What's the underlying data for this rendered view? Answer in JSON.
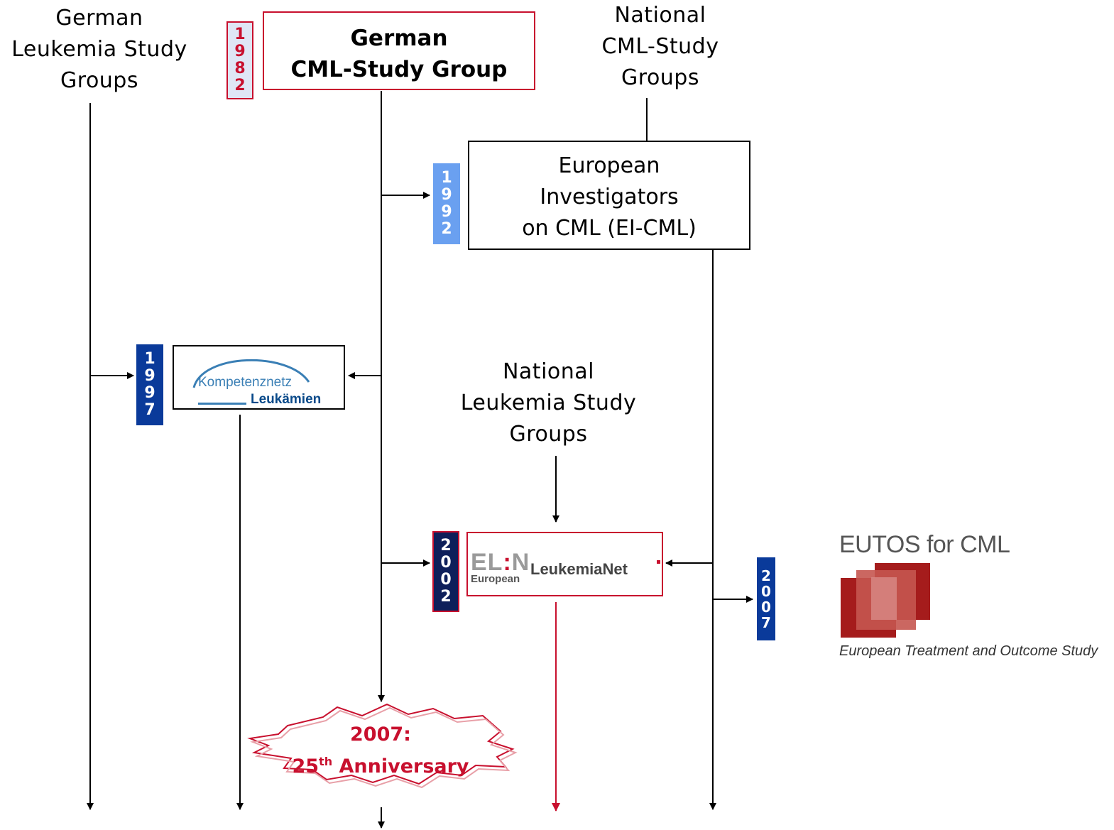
{
  "sources": {
    "german_leukemia": "German\nLeukemia Study\nGroups",
    "national_cml": "National\nCML-Study\nGroups",
    "national_leukemia": "National\nLeukemia Study\nGroups"
  },
  "nodes": {
    "german_cml": {
      "line1": "German",
      "line2": "CML-Study Group",
      "year": "1982"
    },
    "ei_cml": {
      "line1": "European",
      "line2": "Investigators",
      "line3": "on CML (EI-CML)",
      "year": "1992"
    },
    "kompetenznetz": {
      "text1": "Kompetenznetz",
      "text2": "Leukämien",
      "year": "1997"
    },
    "eln": {
      "logo_left": "EL",
      "logo_mid": ":",
      "logo_right": "N",
      "sub": "European",
      "name": "LeukemiaNet",
      "year": "2002"
    },
    "eutos": {
      "title": "EUTOS for CML",
      "subtitle": "European Treatment and Outcome Study",
      "year": "2007"
    }
  },
  "anniversary": {
    "line1": "2007:",
    "line2_num": "25",
    "line2_sup": "th",
    "line2_rest": " Anniversary"
  },
  "colors": {
    "red": "#c8102e",
    "year_1982_bg": "#dfe6f5",
    "year_1992_bg": "#6aa0f0",
    "year_1997_bg": "#0a3a9a",
    "year_2002_bg": "#0e1f5a",
    "year_2007_bg": "#0a3a9a",
    "eutos_dark": "#9a1414",
    "eutos_light": "#c8605a"
  }
}
